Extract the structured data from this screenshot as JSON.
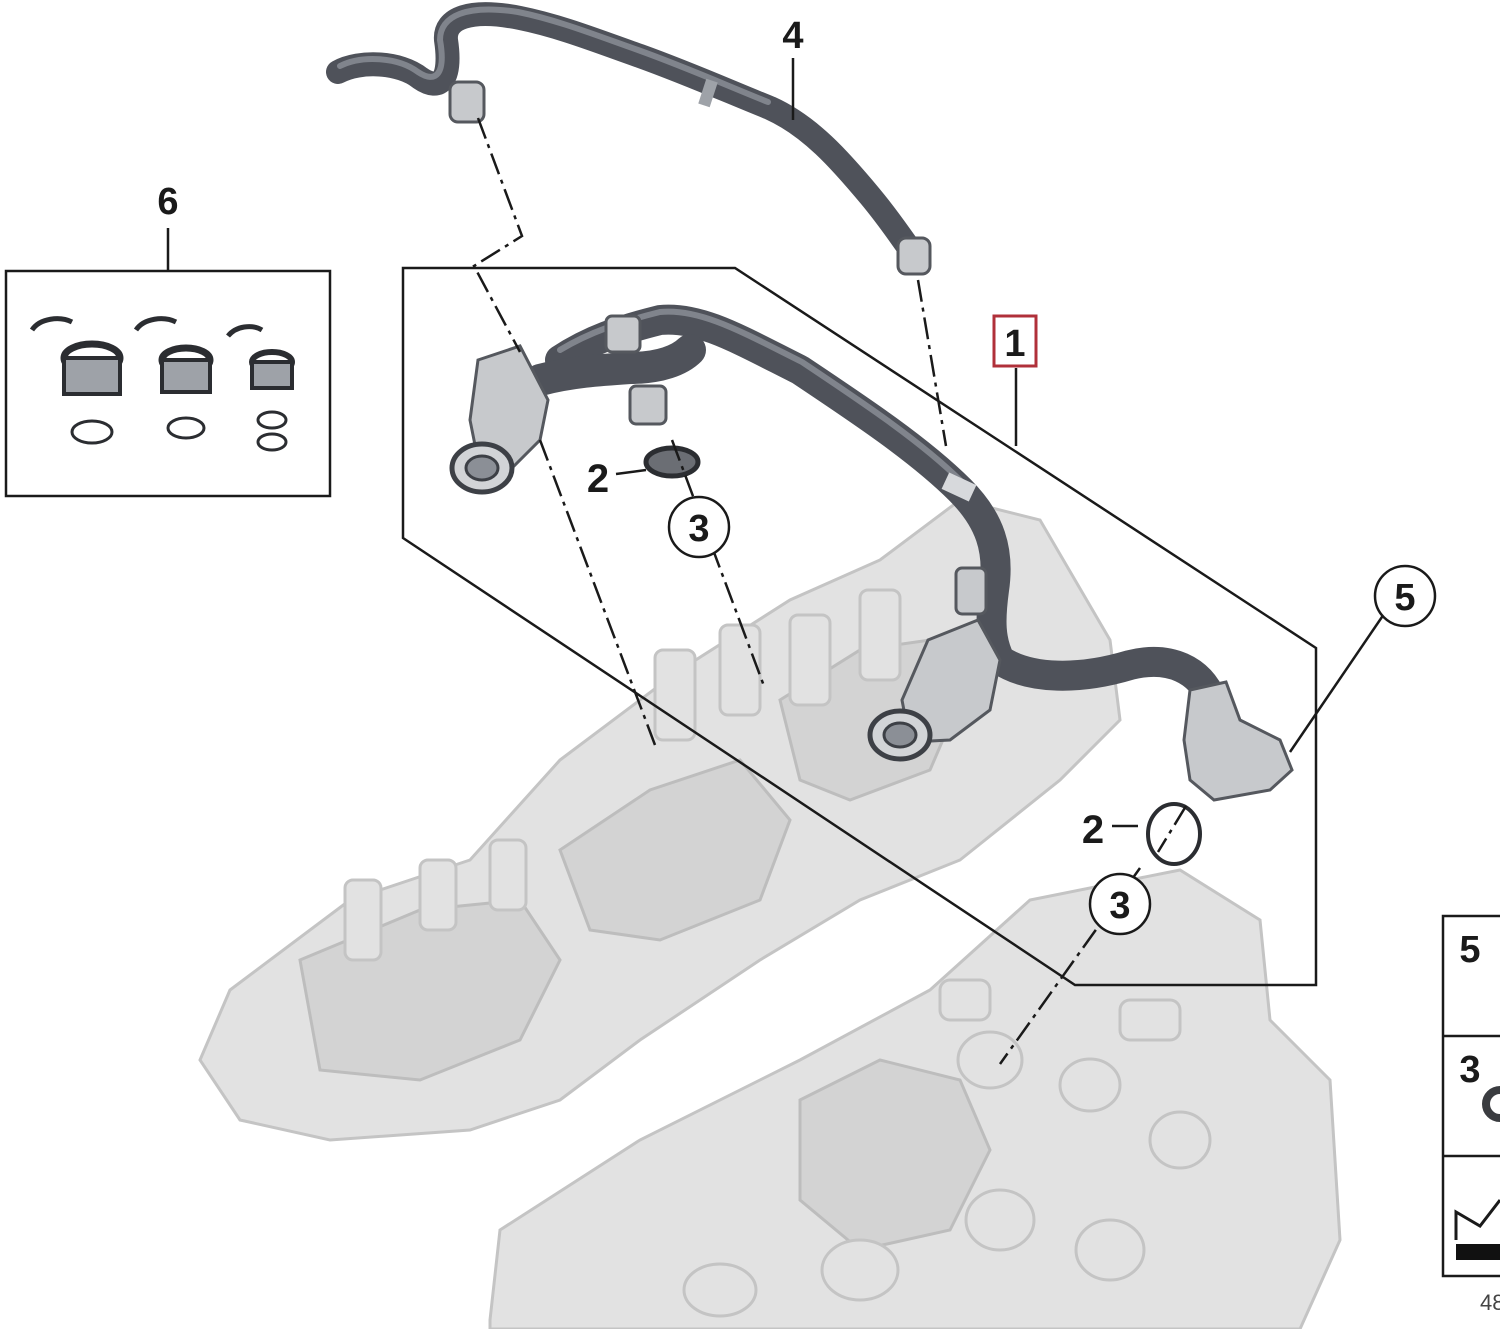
{
  "callouts": {
    "c1": "1",
    "c2a": "2",
    "c2b": "2",
    "c3a": "3",
    "c3b": "3",
    "c4": "4",
    "c5": "5",
    "c6": "6"
  },
  "side_table": {
    "row1": "5",
    "row2": "3",
    "footer_code": "48"
  },
  "colors": {
    "callout_box": "#b0303a",
    "hose": "#4f525a",
    "engine": "#e2e2e2"
  }
}
